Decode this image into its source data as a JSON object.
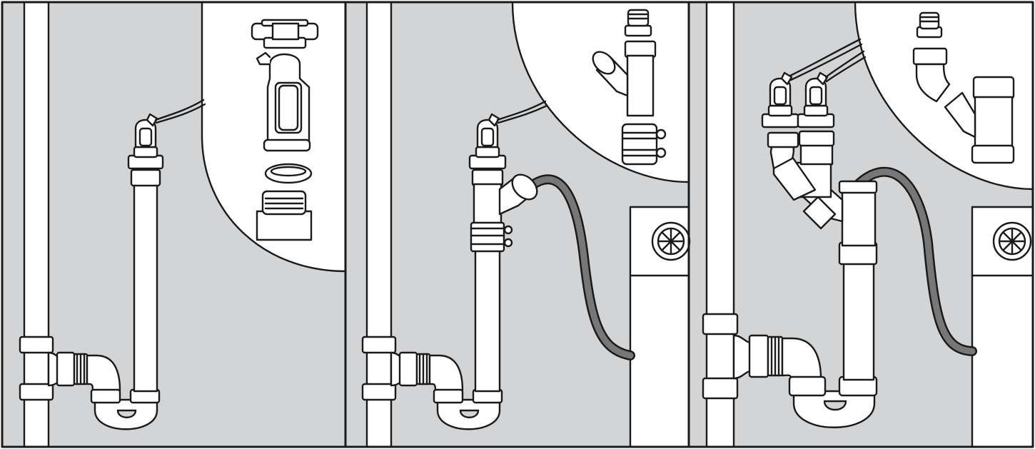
{
  "figure": {
    "panels": [
      {
        "id": "panel-1",
        "name": "air-gap-install-panel",
        "callout": "air-gap-exploded-parts"
      },
      {
        "id": "panel-2",
        "name": "wye-washer-hose-panel",
        "callout": "wye-coupling-parts"
      },
      {
        "id": "panel-3",
        "name": "double-air-gap-panel",
        "callout": "elbow-and-wye-parts"
      }
    ],
    "colors": {
      "wall": "#d3d4d6",
      "pipe": "#ffffff",
      "outline": "#1a1a1a",
      "hose": "#777777",
      "appliance": "#ffffff"
    }
  }
}
